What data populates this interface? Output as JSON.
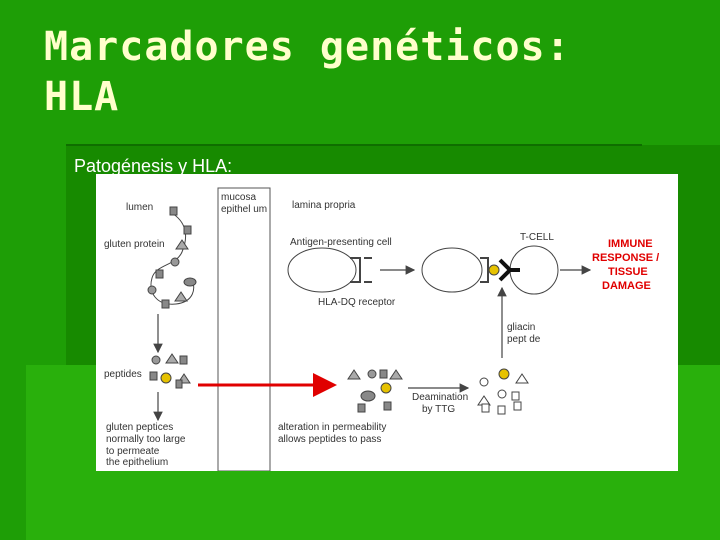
{
  "slide": {
    "title_line1": "Marcadores genéticos:",
    "title_line2": "HLA",
    "subtitle": "Patogénesis y HLA:"
  },
  "figure": {
    "lumen": "lumen",
    "mucosa_line1": "mucosa",
    "mucosa_line2": "epithel um",
    "lamina_propria": "lamina propria",
    "gluten_protein": "gluten protein",
    "antigen_cell": "Antigen-presenting cell",
    "t_cell": "T-CELL",
    "immune_line1": "IMMUNE",
    "immune_line2": "RESPONSE /",
    "immune_line3": "TISSUE",
    "immune_line4": "DAMAGE",
    "hla_dq": "HLA-DQ receptor",
    "gliadin_line1": "gliacin",
    "gliadin_line2": "pept de",
    "peptides": "peptides",
    "deamination_line1": "Deamination",
    "deamination_line2": "by TTG",
    "gluten_peptides_line1": "gluten peptices",
    "gluten_peptides_line2": "normally too large",
    "gluten_peptides_line3": "to permeate",
    "gluten_peptides_line4": "the epithelium",
    "alteration_line1": "alteration in permeability",
    "alteration_line2": "allows peptides to pass"
  },
  "colors": {
    "background": "#1e9e06",
    "title": "#ffffcc",
    "accent_red": "#e00000"
  }
}
